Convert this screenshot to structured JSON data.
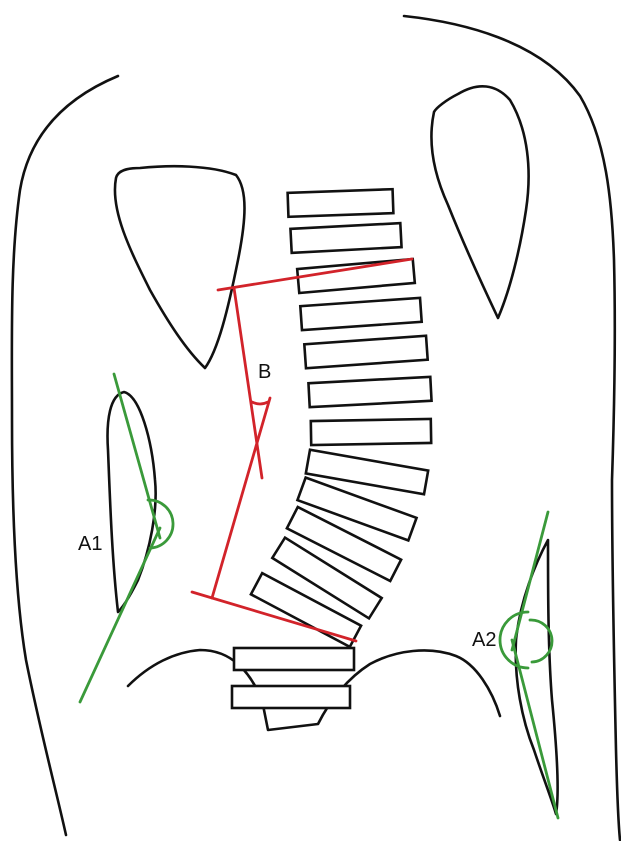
{
  "labels": {
    "b": "B",
    "a1": "A1",
    "a2": "A2"
  },
  "colors": {
    "outline": "#111111",
    "cobb_lines": "#d2232a",
    "trunk_angle_lines": "#3a9a3a"
  }
}
